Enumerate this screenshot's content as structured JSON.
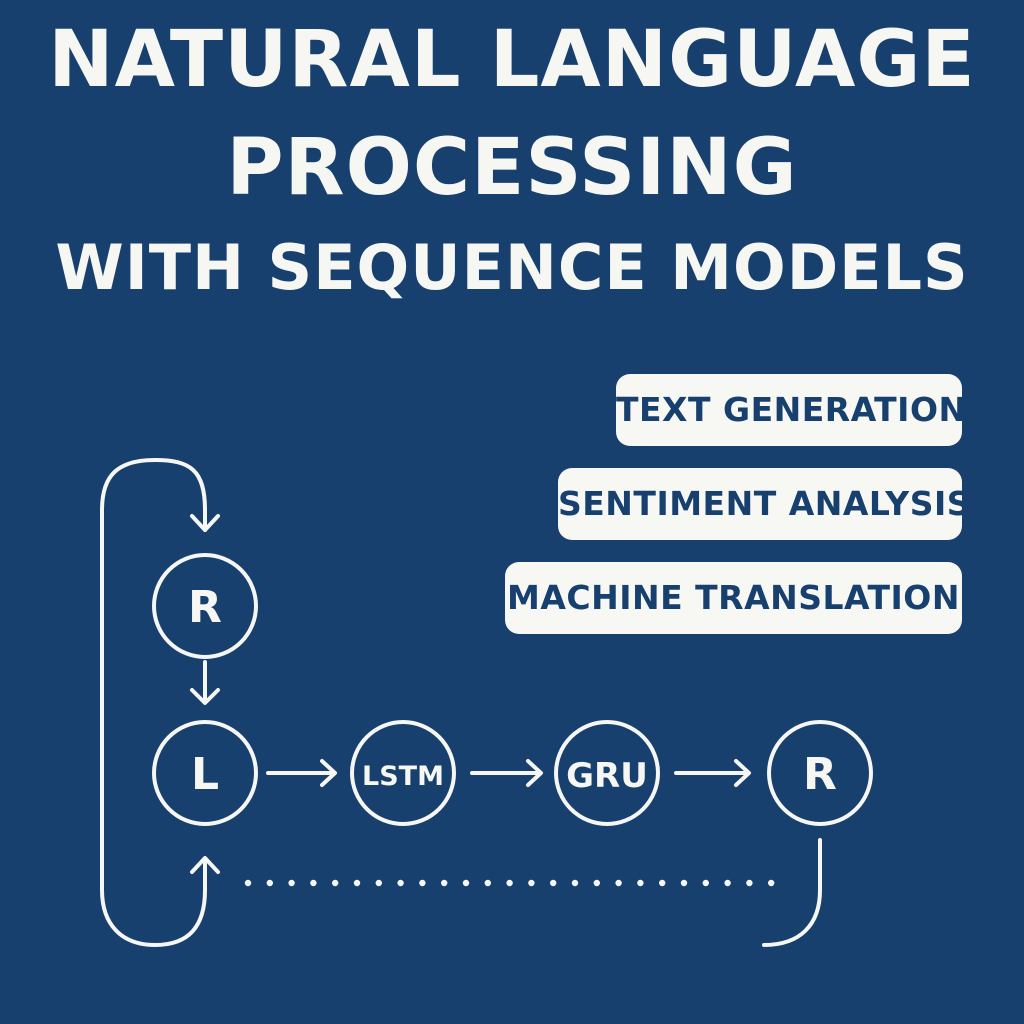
{
  "title": {
    "line1": "NATURAL LANGUAGE",
    "line2": "PROCESSING",
    "line3": "WITH SEQUENCE MODELS"
  },
  "applications": [
    {
      "label": "TEXT GENERATION"
    },
    {
      "label": "SENTIMENT ANALYSIS"
    },
    {
      "label": "MACHINE TRANSLATION"
    }
  ],
  "nodes": {
    "r_top": "R",
    "l": "L",
    "lstm": "LSTM",
    "gru": "GRU",
    "r_end": "R"
  },
  "colors": {
    "background": "#17406e",
    "foreground": "#f6f6f2",
    "pill_text": "#17406e"
  }
}
